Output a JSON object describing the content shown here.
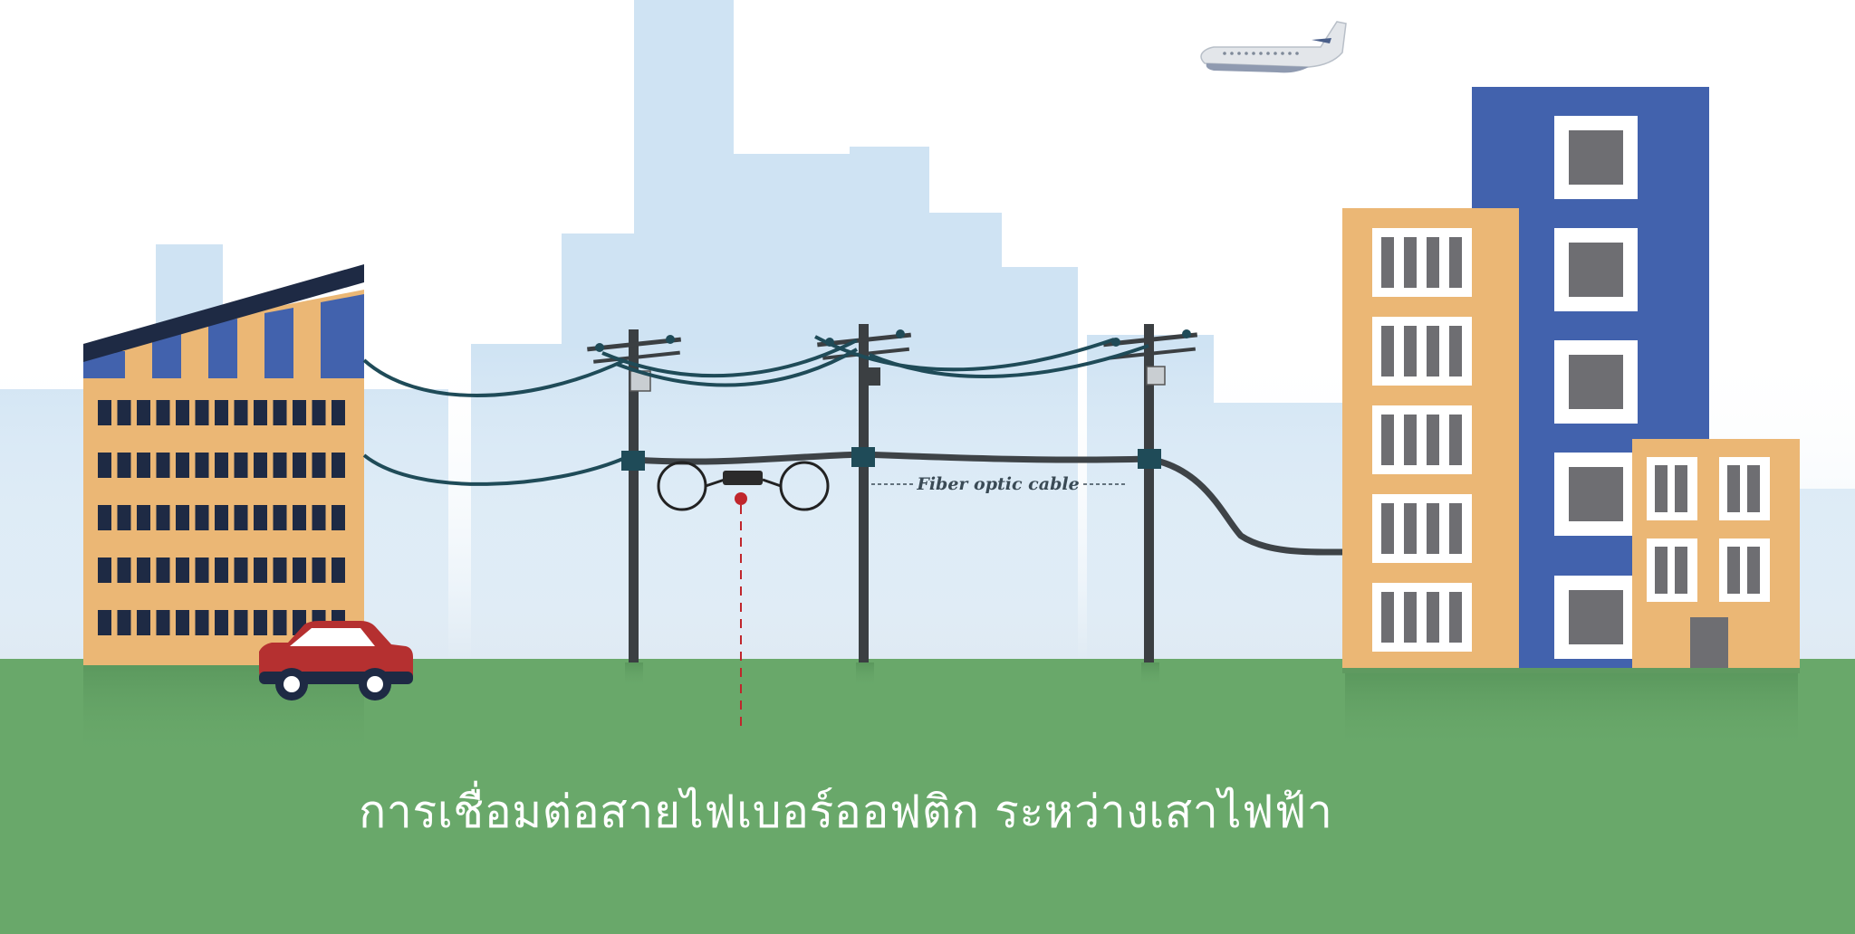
{
  "diagram": {
    "cable_label": "Fiber optic cable",
    "caption": "การเชื่อมต่อสายไฟเบอร์ออฟติก ระหว่างเสาไฟฟ้า",
    "colors": {
      "sky": "#ffffff",
      "skyline": "#cfe3f3",
      "ground": "#69a86a",
      "wall_tan": "#ebb775",
      "wall_blue": "#4262ad",
      "window_dark": "#1e2a44",
      "window_grey": "#6e6e72",
      "pole": "#3b3f42",
      "cable": "#1f4b58",
      "fiber": "#3e4347",
      "car_red": "#b53030",
      "splice_marker": "#c0262c"
    },
    "icons": [
      "building-left",
      "office-tower",
      "apartment-building",
      "utility-pole",
      "fiber-splice-enclosure",
      "car-icon",
      "airplane-icon"
    ]
  }
}
